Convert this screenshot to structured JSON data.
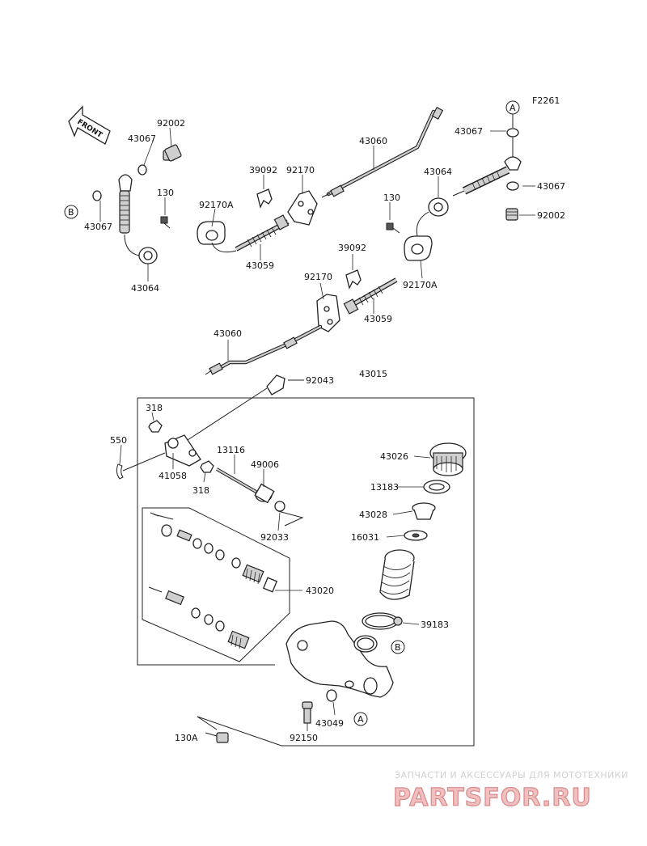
{
  "diagram_code": "F2261",
  "front_label": "FRONT",
  "callout_a": "A",
  "callout_b": "B",
  "parts": {
    "p92002_left": "92002",
    "p43067_left_top": "43067",
    "p43067_left_bottom": "43067",
    "p43064_left": "43064",
    "p130_left": "130",
    "p92170A_left": "92170A",
    "p39092_top": "39092",
    "p92170_top": "92170",
    "p43059_left": "43059",
    "p43060_top": "43060",
    "p43067_right_top": "43067",
    "p43067_right_mid": "43067",
    "p92002_right": "92002",
    "p43064_right": "43064",
    "p130_right": "130",
    "p39092_mid": "39092",
    "p92170_mid": "92170",
    "p92170A_right": "92170A",
    "p43059_right": "43059",
    "p43060_bottom": "43060",
    "p43015": "43015",
    "p92043": "92043",
    "p318_top": "318",
    "p318_bottom": "318",
    "p550": "550",
    "p41058": "41058",
    "p13116": "13116",
    "p49006": "49006",
    "p92033": "92033",
    "p43026": "43026",
    "p13183": "13183",
    "p43028": "43028",
    "p16031": "16031",
    "p43020": "43020",
    "p39183": "39183",
    "p43049": "43049",
    "p92150": "92150",
    "p130A": "130A"
  },
  "watermark": {
    "caption": "ЗАПЧАСТИ И АКСЕССУАРЫ ДЛЯ МОТОТЕХНИКИ",
    "logo": "PARTSFOR.RU"
  }
}
